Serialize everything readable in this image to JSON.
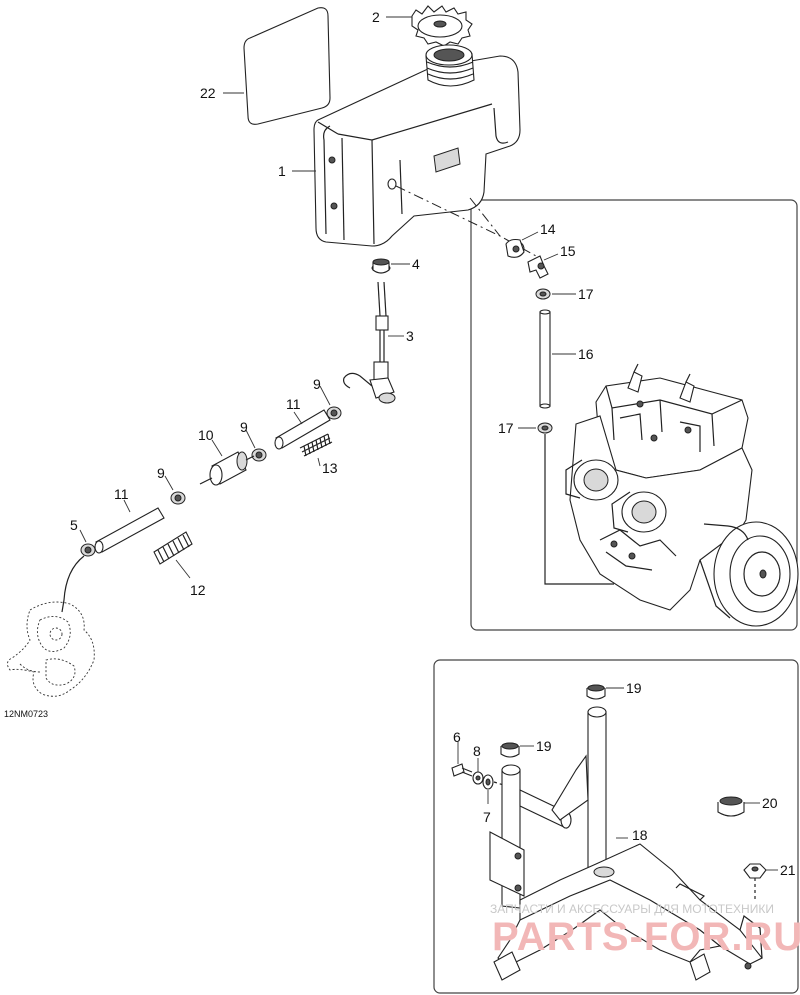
{
  "diagram_code": "12NM0723",
  "watermark": {
    "line1": "ЗАПЧАСТИ И АКСЕССУАРЫ ДЛЯ МОТОТЕХНИКИ",
    "line2": "PARTS-FOR.RU"
  },
  "callouts": {
    "c1": "1",
    "c2": "2",
    "c3": "3",
    "c4": "4",
    "c5": "5",
    "c6": "6",
    "c7": "7",
    "c8": "8",
    "c9a": "9",
    "c9b": "9",
    "c9c": "9",
    "c10": "10",
    "c11a": "11",
    "c11b": "11",
    "c12": "12",
    "c13": "13",
    "c14": "14",
    "c15": "15",
    "c16": "16",
    "c17a": "17",
    "c17b": "17",
    "c18": "18",
    "c19a": "19",
    "c19b": "19",
    "c20": "20",
    "c21": "21",
    "c22": "22"
  }
}
